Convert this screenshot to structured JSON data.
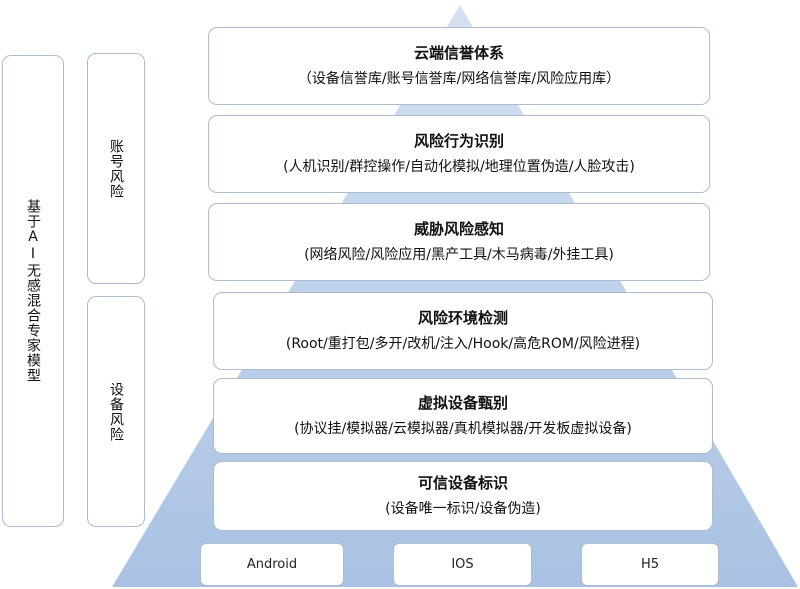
{
  "side_labels": {
    "model": "基于AI无感混合专家模型",
    "account_risk": "账号风险",
    "device_risk": "设备风险"
  },
  "layers": [
    {
      "title": "云端信誉体系",
      "desc": "（设备信誉库/账号信誉库/网络信誉库/风险应用库）"
    },
    {
      "title": "风险行为识别",
      "desc": "(人机识别/群控操作/自动化模拟/地理位置伪造/人脸攻击)"
    },
    {
      "title": "威胁风险感知",
      "desc": "(网络风险/风险应用/黑产工具/木马病毒/外挂工具)"
    },
    {
      "title": "风险环境检测",
      "desc": "(Root/重打包/多开/改机/注入/Hook/高危ROM/风险进程)"
    },
    {
      "title": "虚拟设备甄别",
      "desc": "(协议挂/模拟器/云模拟器/真机模拟器/开发板虚拟设备)"
    },
    {
      "title": "可信设备标识",
      "desc": "(设备唯一标识/设备伪造)"
    }
  ],
  "platforms": [
    "Android",
    "IOS",
    "H5"
  ],
  "colors": {
    "pyramid_top": "#cbdbef",
    "pyramid_bottom": "#aac3e4",
    "box_border": "#aebccd"
  }
}
